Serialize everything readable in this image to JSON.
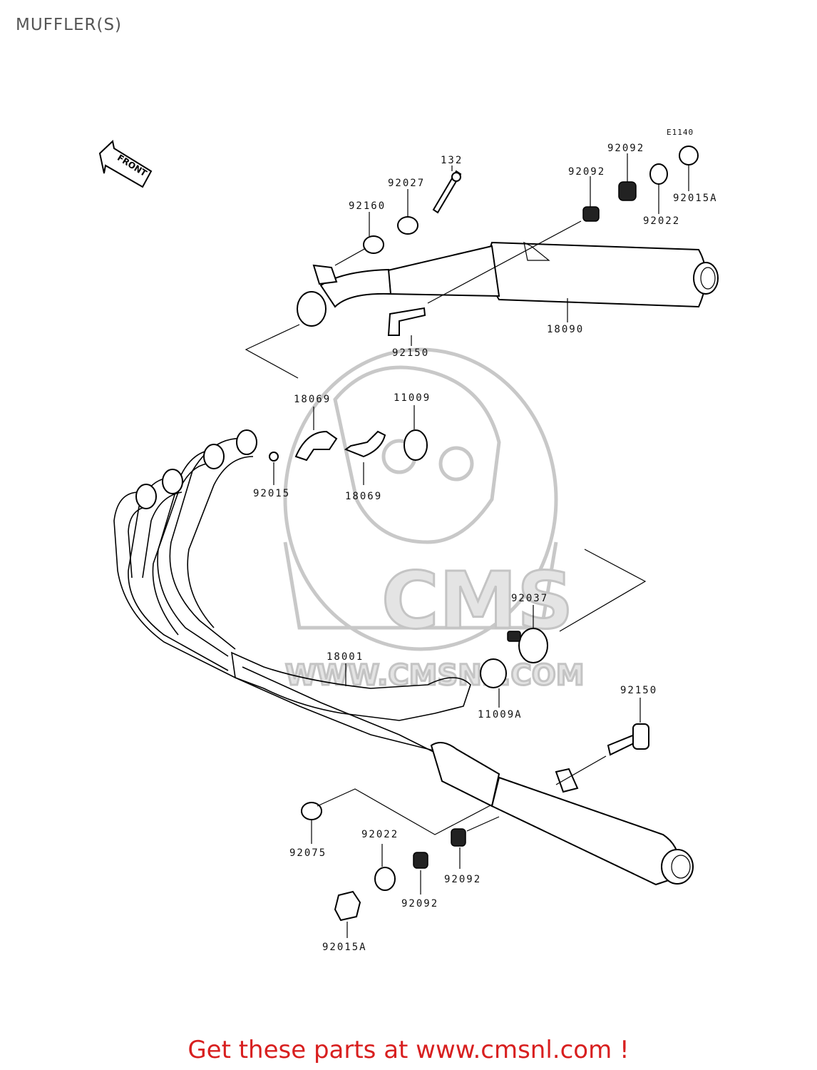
{
  "title": "MUFFLER(S)",
  "ref_code": "E1140",
  "front_label": "FRONT",
  "watermark": {
    "brand": "CMS",
    "url": "WWW.CMSNL.COM"
  },
  "parts": [
    {
      "number": "132"
    },
    {
      "number": "92027"
    },
    {
      "number": "92160"
    },
    {
      "number": "92092"
    },
    {
      "number": "92092"
    },
    {
      "number": "92022"
    },
    {
      "number": "92015A"
    },
    {
      "number": "18090"
    },
    {
      "number": "92150"
    },
    {
      "number": "18069"
    },
    {
      "number": "11009"
    },
    {
      "number": "92015"
    },
    {
      "number": "18069"
    },
    {
      "number": "92037"
    },
    {
      "number": "18001"
    },
    {
      "number": "11009A"
    },
    {
      "number": "92150"
    },
    {
      "number": "92075"
    },
    {
      "number": "92022"
    },
    {
      "number": "92092"
    },
    {
      "number": "92092"
    },
    {
      "number": "92015A"
    }
  ],
  "footer": "Get these parts at www.cmsnl.com !"
}
